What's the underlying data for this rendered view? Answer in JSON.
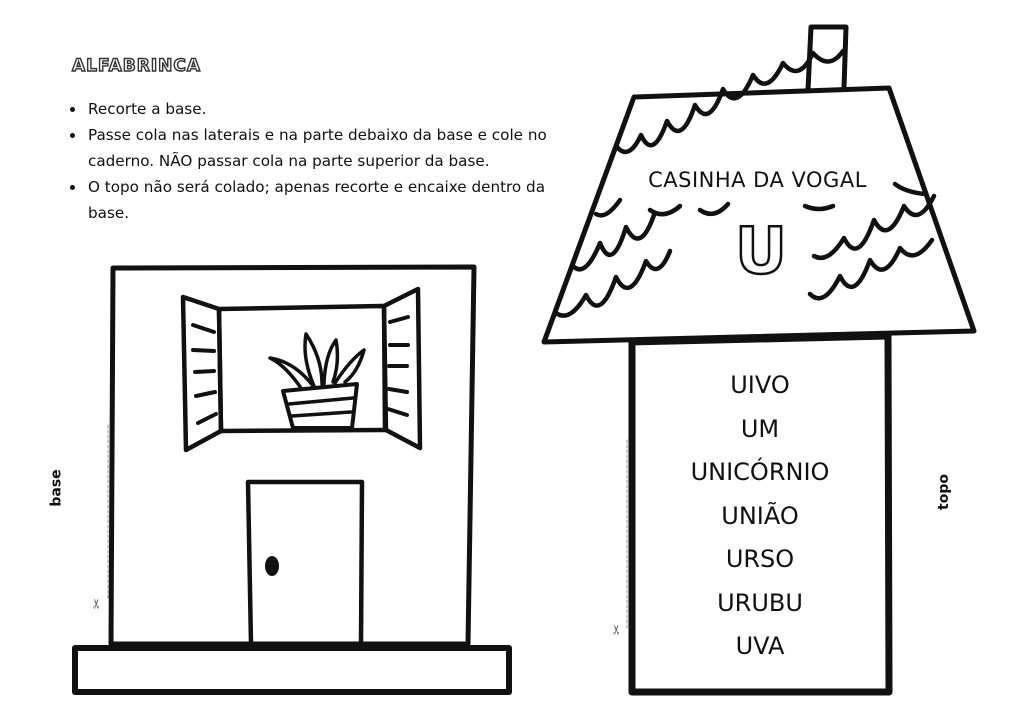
{
  "brand": {
    "name": "ALFABRINCA"
  },
  "instructions": [
    "Recorte a base.",
    "Passe cola nas laterais e na parte debaixo da base e cole no caderno. NÃO passar cola na parte superior da base.",
    "O topo não será colado; apenas recorte e encaixe dentro da base."
  ],
  "labels": {
    "base": "base",
    "topo": "topo"
  },
  "roof": {
    "title": "CASINHA DA VOGAL",
    "vowel": "U"
  },
  "words": [
    "UIVO",
    "UM",
    "UNICÓRNIO",
    "UNIÃO",
    "URSO",
    "URUBU",
    "UVA"
  ],
  "icons": {
    "scissors": "✂"
  },
  "colors": {
    "ink": "#111111",
    "paper": "#ffffff"
  }
}
